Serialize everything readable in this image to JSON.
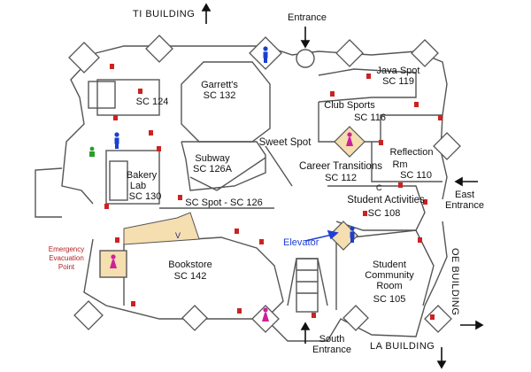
{
  "buildings": {
    "north": "TI  BUILDING",
    "east": "OE  BUILDING",
    "south": "LA  BUILDING"
  },
  "entrances": {
    "north": "Entrance",
    "east_line1": "East",
    "east_line2": "Entrance",
    "south_line1": "South",
    "south_line2": "Entrance"
  },
  "rooms": {
    "garretts": {
      "name": "Garrett's",
      "number": "SC 132"
    },
    "sc124": {
      "number": "SC 124"
    },
    "java_spot": {
      "name": "Java Spot",
      "number": "SC 119"
    },
    "club_sports": {
      "name": "Club Sports",
      "number": "SC 116"
    },
    "sweet_spot": {
      "name": "Sweet Spot"
    },
    "subway": {
      "name": "Subway",
      "number": "SC 126A"
    },
    "bakery_lab": {
      "name_line1": "Bakery",
      "name_line2": "Lab",
      "number": "SC 130"
    },
    "sc_spot": {
      "label": "SC Spot - SC 126"
    },
    "career_transitions": {
      "name": "Career Transitions",
      "number": "SC 112"
    },
    "reflection": {
      "name_line1": "Reflection",
      "name_line2": "Rm",
      "number": "SC 110"
    },
    "student_activities": {
      "name": "Student Activities",
      "number": "SC 108"
    },
    "bookstore": {
      "name": "Bookstore",
      "number": "SC 142"
    },
    "student_community": {
      "name_line1": "Student",
      "name_line2": "Community",
      "name_line3": "Room",
      "number": "SC 105"
    }
  },
  "annotations": {
    "elevator": "Elevator",
    "emergency_line1": "Emergency",
    "emergency_line2": "Evacuation",
    "emergency_line3": "Point",
    "marker_v": "V",
    "marker_c": "C"
  },
  "colors": {
    "wall": "#555555",
    "highlight": "#f5deb0",
    "extinguisher": "#cc2222",
    "restroom_men": "#1a3fcf",
    "restroom_women": "#cc2299",
    "elevator_text": "#1f3fd6",
    "emergency_text": "#b22222",
    "first_aid": "#2a9d2a"
  }
}
